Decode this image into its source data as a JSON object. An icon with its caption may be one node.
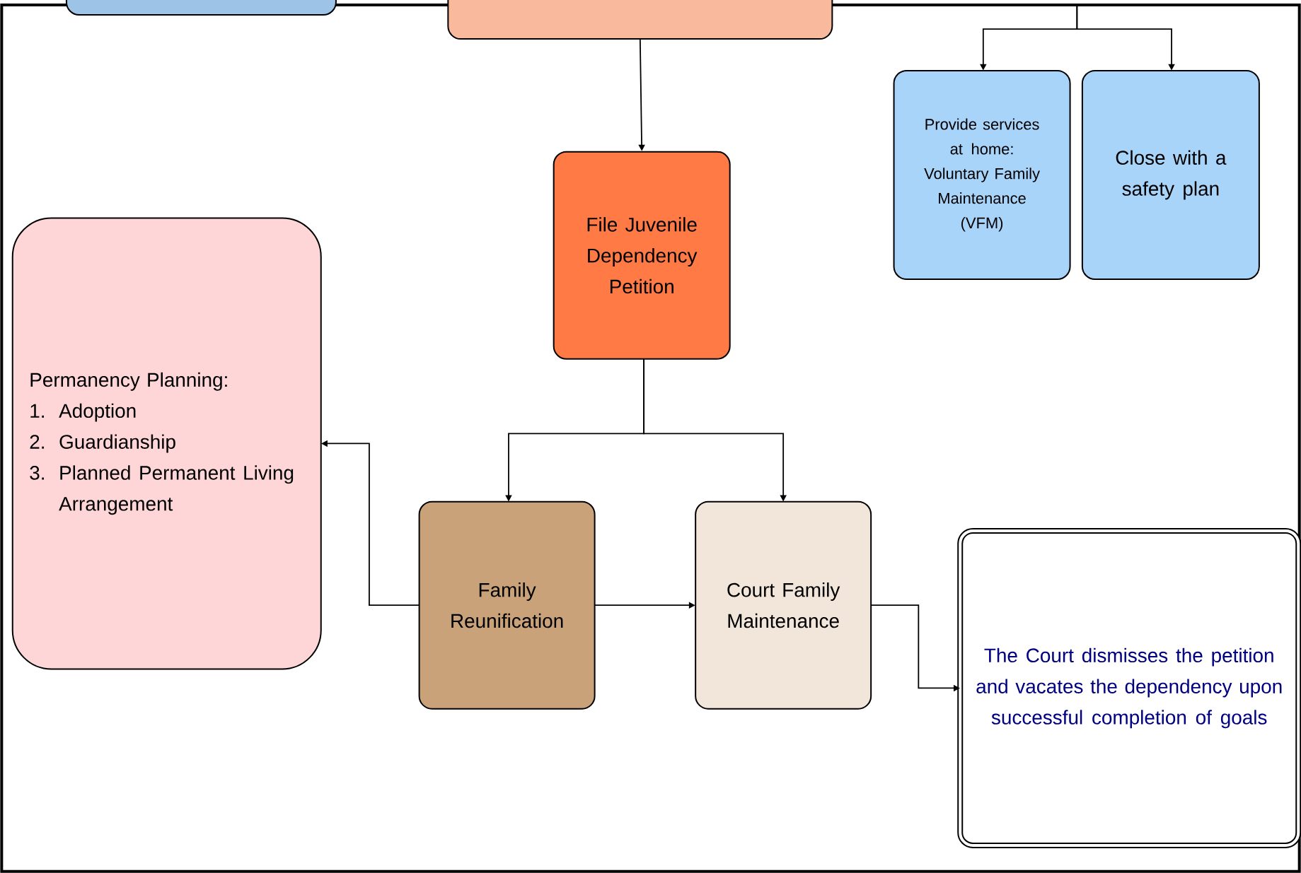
{
  "diagram": {
    "nodes": [
      {
        "text": [],
        "shape": "box"
      },
      {
        "text": [],
        "shape": "box"
      },
      {
        "text": [
          "File Juvenile Dependency Petition"
        ]
      },
      {
        "text": [
          "Provide services at home: Voluntary Family Maintenance (VFM)"
        ]
      },
      {
        "text": [
          "Close with a safety plan"
        ]
      },
      {
        "text": [
          "Permanency Planning:",
          "1.",
          "Adoption",
          "2.",
          "Guardianship",
          "3.",
          "Planned Permanent Living Arrangement"
        ]
      },
      {
        "text": [
          "Family Reunification"
        ]
      },
      {
        "text": [
          "Court Family Maintenance"
        ]
      },
      {
        "text": [
          "The Court dismisses the petition and vacates the dependency upon successful completion of goals"
        ]
      }
    ],
    "edges": [
      {
        "from": 1,
        "to": 2,
        "arrow": "to"
      },
      {
        "from": null,
        "to": 3,
        "arrow": "to"
      },
      {
        "from": null,
        "to": 4,
        "arrow": "to"
      },
      {
        "from": 2,
        "to": 6,
        "arrow": "to"
      },
      {
        "from": 2,
        "to": 7,
        "arrow": "to"
      },
      {
        "from": 6,
        "to": 5,
        "arrow": "to"
      },
      {
        "from": 6,
        "to": 7,
        "arrow": "to"
      },
      {
        "from": 7,
        "to": 8,
        "arrow": "to"
      }
    ]
  }
}
